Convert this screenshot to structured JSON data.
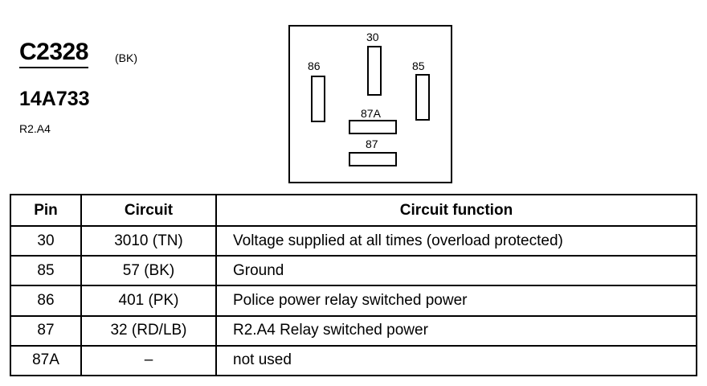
{
  "header": {
    "connector_id": "C2328",
    "color_code": "(BK)",
    "part_number": "14A733",
    "location_ref": "R2.A4"
  },
  "connector_face": {
    "pins": [
      "30",
      "86",
      "85",
      "87A",
      "87"
    ]
  },
  "table": {
    "headers": [
      "Pin",
      "Circuit",
      "Circuit function"
    ],
    "rows": [
      [
        "30",
        "3010 (TN)",
        "Voltage supplied at all times (overload protected)"
      ],
      [
        "85",
        "57 (BK)",
        "Ground"
      ],
      [
        "86",
        "401 (PK)",
        "Police power relay switched power"
      ],
      [
        "87",
        "32 (RD/LB)",
        "R2.A4 Relay switched power"
      ],
      [
        "87A",
        "–",
        "not used"
      ]
    ]
  }
}
